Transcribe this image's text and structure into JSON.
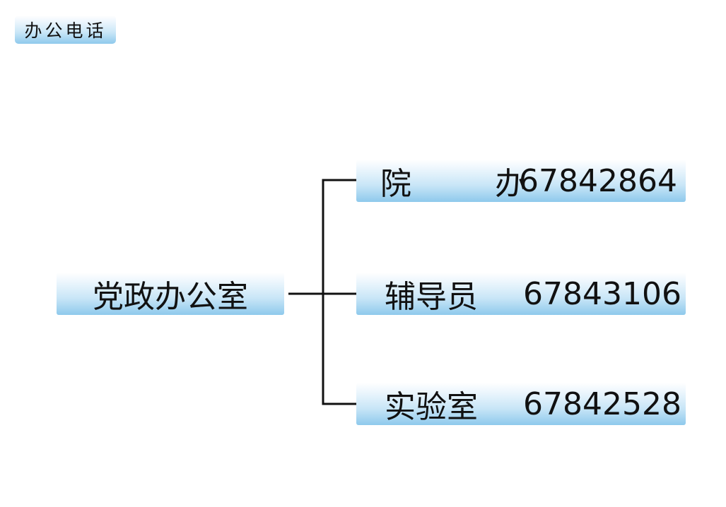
{
  "title": "办公电话",
  "root": {
    "label": "党政办公室"
  },
  "branches": [
    {
      "label": "院 办",
      "phone": "67842864"
    },
    {
      "label": "辅导员",
      "phone": "67843106"
    },
    {
      "label": "实验室",
      "phone": "67842528"
    }
  ],
  "colors": {
    "box_top": "#ffffff",
    "box_bottom": "#8ec9ec",
    "line": "#111111"
  }
}
